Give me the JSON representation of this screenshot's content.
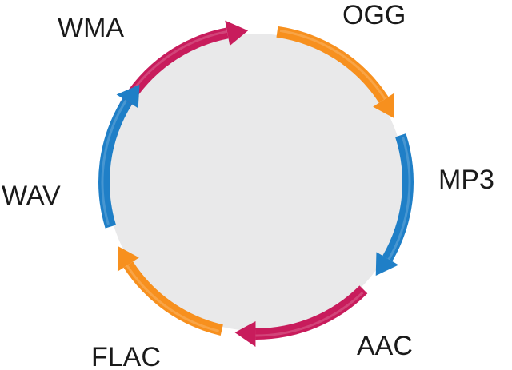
{
  "formats": [
    {
      "label": "WMA",
      "color": "#c81c5c"
    },
    {
      "label": "OGG",
      "color": "#f7901e"
    },
    {
      "label": "MP3",
      "color": "#1f7fc7"
    },
    {
      "label": "AAC",
      "color": "#c81c5c"
    },
    {
      "label": "FLAC",
      "color": "#f7901e"
    },
    {
      "label": "WAV",
      "color": "#1f7fc7"
    }
  ],
  "colors": {
    "circle_fill": "#e9e9ea",
    "label_text": "#1a1a1a"
  }
}
